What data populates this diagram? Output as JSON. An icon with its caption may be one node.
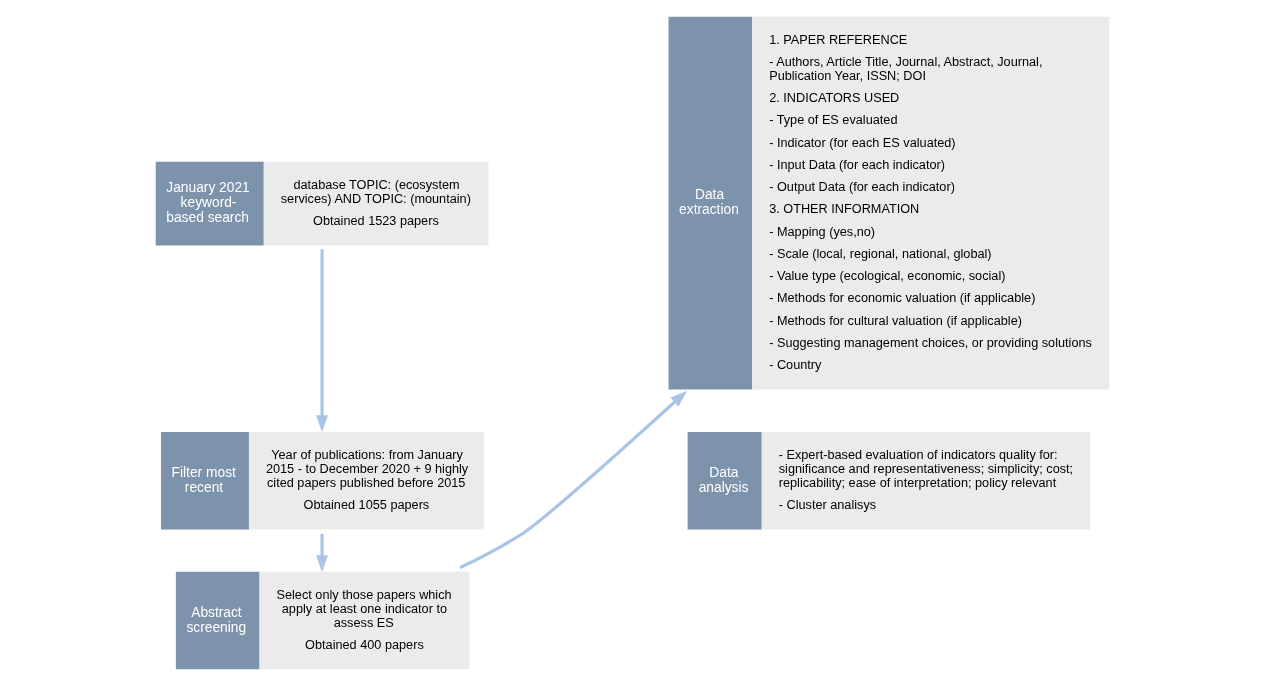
{
  "diagram": {
    "nodes": [
      {
        "text": [
          "January 2021 keyword-based search",
          "database TOPIC: (ecosystem services) AND TOPIC: (mountain)",
          "Obtained 1523 papers"
        ]
      },
      {
        "text": [
          "Filter most recent",
          "Year of publications: from January 2015 - to December 2020 + 9 highly cited papers published before 2015",
          "Obtained 1055 papers"
        ]
      },
      {
        "text": [
          "Abstract screening",
          "Select only those papers which apply at least one indicator to assess ES",
          "Obtained 400 papers"
        ]
      },
      {
        "text": [
          "Data extraction",
          "1. PAPER REFERENCE",
          "- Authors, Article Title, Journal, Abstract, Journal, Publication Year, ISSN; DOI",
          "2. INDICATORS USED",
          "- Type of ES evaluated",
          "- Indicator (for each ES valuated)",
          "- Input Data (for each indicator)",
          "- Output Data (for each indicator)",
          "3. OTHER INFORMATION",
          "- Mapping (yes,no)",
          "- Scale (local, regional, national, global)",
          "- Value type (ecological, economic, social)",
          "- Methods for economic valuation (if applicable)",
          "- Methods for cultural valuation (if applicable)",
          "- Suggesting management choices, or providing solutions",
          "- Country"
        ]
      },
      {
        "text": [
          "Data analysis",
          "- Expert-based evaluation of indicators quality for: significance and representativeness; simplicity; cost; replicability; ease of interpretation; policy relevant",
          "- Cluster analisys"
        ]
      }
    ],
    "edges": [
      {
        "from": 0,
        "to": 1,
        "arrow": "to"
      },
      {
        "from": 1,
        "to": 2,
        "arrow": "to"
      },
      {
        "from": 2,
        "to": 3,
        "arrow": "to"
      }
    ]
  }
}
